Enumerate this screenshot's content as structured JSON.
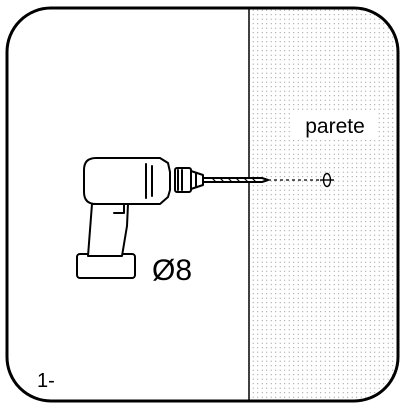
{
  "wall_label": "parete",
  "drill_bit_label": "Ø8",
  "step_label": "1-",
  "icons": [
    "cordless-drill-icon",
    "drill-hole-icon"
  ],
  "colors": {
    "line": "#000000",
    "background": "#ffffff",
    "wall_dots": "#8a8a8a"
  }
}
